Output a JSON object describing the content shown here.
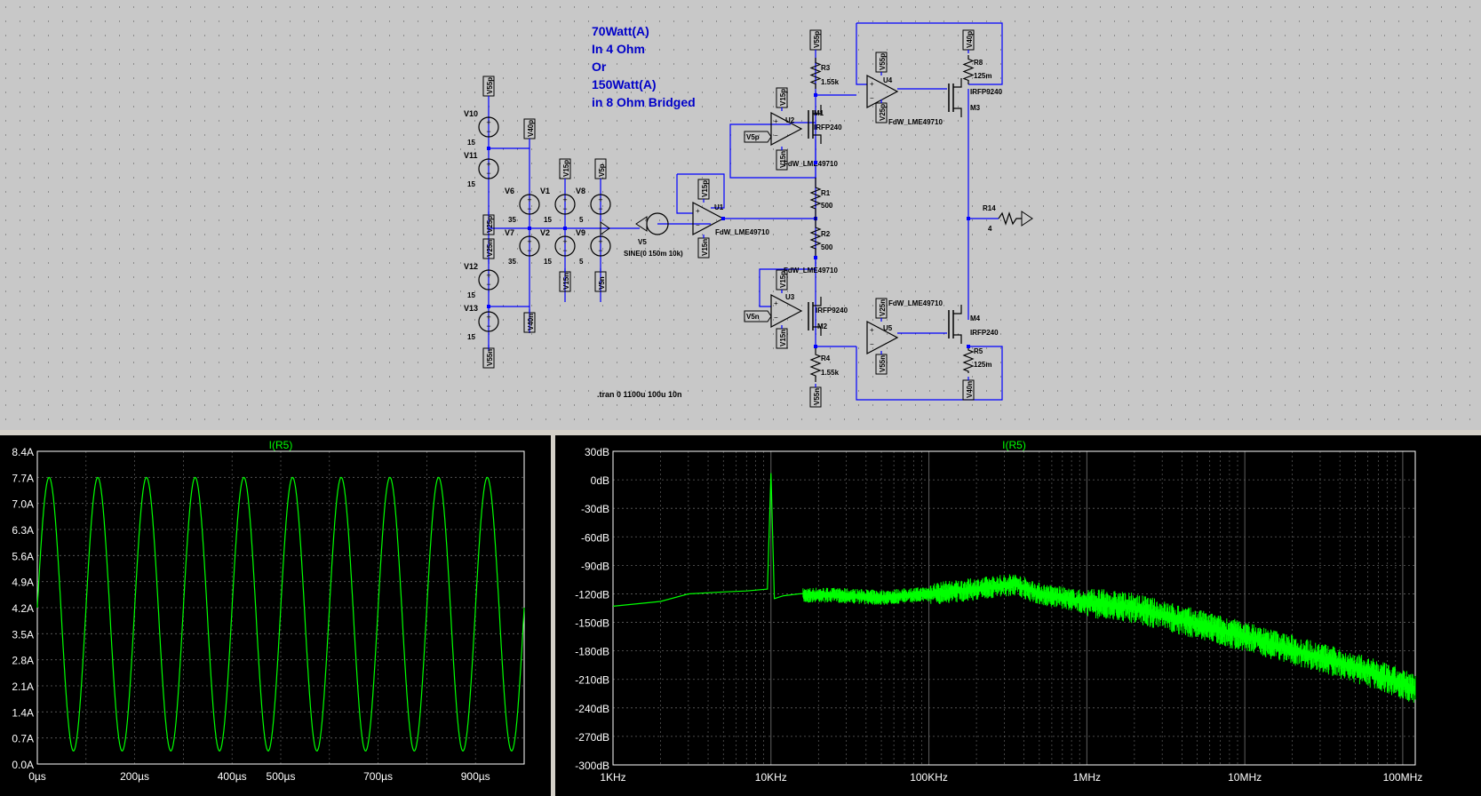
{
  "app": "LTspice",
  "schematic": {
    "note_lines": [
      "70Watt(A)",
      "In 4 Ohm",
      "Or",
      "150Watt(A)",
      "in 8 Ohm Bridged"
    ],
    "directive": ".tran 0 1100u 100u 10n",
    "source_label": "SINE(0 150m 10k)",
    "colors": {
      "wire": "#0000ff",
      "note": "#0000c8",
      "background": "#c8c8c8",
      "grid": "#505050"
    },
    "texts": [
      "V55p",
      "V10",
      "15",
      "V11",
      "15",
      "V25p",
      "V40p",
      "V6",
      "35",
      "V7",
      "35",
      "V15p",
      "V1",
      "15",
      "V2",
      "15",
      "V15n",
      "V5p",
      "V8",
      "5",
      "V9",
      "5",
      "V5n",
      "V25n",
      "V12",
      "15",
      "V13",
      "15",
      "V55n",
      "V40n",
      "V5",
      "V15p",
      "U1",
      "FdW_LME49710",
      "V15n",
      "V55p",
      "R3",
      "1.55k",
      "V15p",
      "U2",
      "M1",
      "IRFP240",
      "V5p",
      "V15n",
      "FdW_LME49710",
      "R1",
      "500",
      "R2",
      "500",
      "V15p",
      "FdW_LME49710",
      "U3",
      "IRFP9240",
      "V5n",
      "V15n",
      "M2",
      "R4",
      "1.55k",
      "V55n",
      "V55p",
      "U4",
      "V25p",
      "FdW_LME49710",
      "V40p",
      "R8",
      "125m",
      "IRFP9240",
      "M3",
      "R14",
      "4",
      "V25n",
      "FdW_LME49710",
      "U5",
      "V55n",
      "M4",
      "IRFP240",
      "R5",
      "125m",
      "V40n"
    ]
  },
  "plots": {
    "left": {
      "title": "I(R5)",
      "y_ticks": [
        "8.4A",
        "7.7A",
        "7.0A",
        "6.3A",
        "5.6A",
        "4.9A",
        "4.2A",
        "3.5A",
        "2.8A",
        "2.1A",
        "1.4A",
        "0.7A",
        "0.0A"
      ],
      "x_ticks": [
        "0µs",
        "200µs",
        "400µs",
        "500µs",
        "700µs",
        "900µs"
      ]
    },
    "right": {
      "title": "I(R5)",
      "y_ticks": [
        "30dB",
        "0dB",
        "-30dB",
        "-60dB",
        "-90dB",
        "-120dB",
        "-150dB",
        "-180dB",
        "-210dB",
        "-240dB",
        "-270dB",
        "-300dB"
      ],
      "x_ticks": [
        "1KHz",
        "10KHz",
        "100KHz",
        "1MHz",
        "10MHz",
        "100MHz"
      ]
    },
    "colors": {
      "trace": "#00ff00",
      "axis": "#ffffff",
      "grid": "#606060",
      "bg": "#000000",
      "label": "#ffffff"
    }
  },
  "chart_data": [
    {
      "type": "line",
      "title": "I(R5)",
      "xlabel": "",
      "ylabel": "",
      "xlim": [
        0,
        1000
      ],
      "x_unit": "µs",
      "ylim": [
        0,
        8.4
      ],
      "y_unit": "A",
      "series": [
        {
          "name": "I(R5)",
          "kind": "sine",
          "frequency_khz": 10,
          "min": 0.35,
          "max": 7.7,
          "value_at_0": 4.2
        }
      ]
    },
    {
      "type": "line",
      "title": "I(R5)",
      "xscale": "log",
      "xlim": [
        1000,
        120000000
      ],
      "x_unit": "Hz",
      "ylim": [
        -300,
        30
      ],
      "y_unit": "dB",
      "series": [
        {
          "name": "I(R5)",
          "x": [
            1000,
            2000,
            3000,
            5000,
            7000,
            9500,
            10000,
            10500,
            12000,
            15000,
            20000,
            30000,
            50000,
            100000,
            200000,
            350000,
            500000,
            1000000,
            2000000,
            5000000,
            10000000,
            30000000,
            60000000,
            120000000
          ],
          "y": [
            -133,
            -128,
            -120,
            -118,
            -117,
            -115,
            7,
            -125,
            -122,
            -120,
            -119,
            -120,
            -122,
            -118,
            -113,
            -108,
            -118,
            -127,
            -133,
            -150,
            -163,
            -185,
            -200,
            -218
          ]
        }
      ]
    }
  ]
}
